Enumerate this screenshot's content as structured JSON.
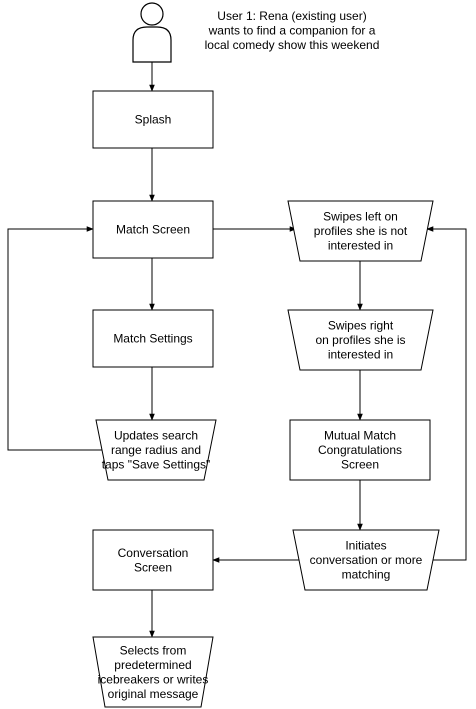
{
  "actor": {
    "icon": "user-icon",
    "caption": [
      "User 1: Rena (existing user)",
      "wants to find a companion for a",
      "local comedy show this weekend"
    ]
  },
  "nodes": {
    "splash": {
      "shape": "rectangle",
      "lines": [
        "Splash"
      ]
    },
    "match_screen": {
      "shape": "rectangle",
      "lines": [
        "Match Screen"
      ]
    },
    "match_settings": {
      "shape": "rectangle",
      "lines": [
        "Match Settings"
      ]
    },
    "updates_search": {
      "shape": "manual-operation",
      "lines": [
        "Updates search",
        "range radius and",
        "taps \"Save Settings\""
      ]
    },
    "swipes_left": {
      "shape": "manual-operation",
      "lines": [
        "Swipes left on",
        "profiles she is not",
        "interested in"
      ]
    },
    "swipes_right": {
      "shape": "manual-operation",
      "lines": [
        "Swipes right",
        "on profiles she is",
        "interested in"
      ]
    },
    "mutual_match": {
      "shape": "rectangle",
      "lines": [
        "Mutual Match",
        "Congratulations",
        "Screen"
      ]
    },
    "initiates": {
      "shape": "manual-operation",
      "lines": [
        "Initiates",
        "conversation or more",
        "matching"
      ]
    },
    "conversation_screen": {
      "shape": "rectangle",
      "lines": [
        "Conversation",
        "Screen"
      ]
    },
    "selects": {
      "shape": "manual-operation",
      "lines": [
        "Selects from",
        "predetermined",
        "icebreakers or writes",
        "original message"
      ]
    }
  },
  "edges": [
    [
      "actor",
      "splash"
    ],
    [
      "splash",
      "match_screen"
    ],
    [
      "match_screen",
      "match_settings"
    ],
    [
      "match_settings",
      "updates_search"
    ],
    [
      "updates_search",
      "match_screen"
    ],
    [
      "match_screen",
      "swipes_left"
    ],
    [
      "swipes_left",
      "swipes_right"
    ],
    [
      "swipes_right",
      "mutual_match"
    ],
    [
      "mutual_match",
      "initiates"
    ],
    [
      "initiates",
      "swipes_left"
    ],
    [
      "initiates",
      "conversation_screen"
    ],
    [
      "conversation_screen",
      "selects"
    ]
  ],
  "colors": {
    "stroke": "#000000",
    "fill": "#ffffff",
    "text": "#000000"
  }
}
